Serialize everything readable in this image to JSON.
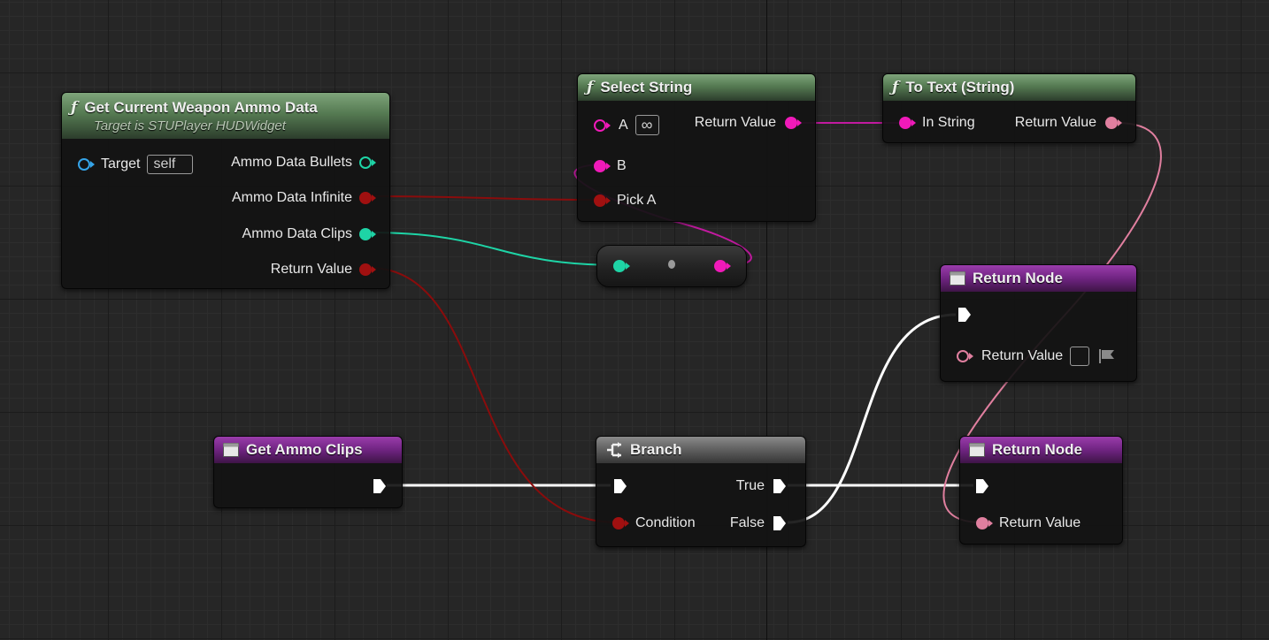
{
  "nodes": {
    "get_ammo_data": {
      "title": "Get Current Weapon Ammo Data",
      "subtitle": "Target is STUPlayer HUDWidget",
      "target_label": "Target",
      "target_value": "self",
      "out_bullets": "Ammo Data Bullets",
      "out_infinite": "Ammo Data Infinite",
      "out_clips": "Ammo Data Clips",
      "out_return": "Return Value"
    },
    "select_string": {
      "title": "Select String",
      "pin_a": "A",
      "pin_a_value": "∞",
      "pin_b": "B",
      "pin_pick": "Pick A",
      "out_return": "Return Value"
    },
    "to_text": {
      "title": "To Text (String)",
      "in_string": "In String",
      "out_return": "Return Value"
    },
    "return_node_1": {
      "title": "Return Node",
      "return_value": "Return Value"
    },
    "get_ammo_clips": {
      "title": "Get Ammo Clips"
    },
    "branch": {
      "title": "Branch",
      "condition": "Condition",
      "true_label": "True",
      "false_label": "False"
    },
    "return_node_2": {
      "title": "Return Node",
      "return_value": "Return Value"
    }
  },
  "colors": {
    "exec": "#ffffff",
    "object": "#35a4e8",
    "struct": "#1ed4a6",
    "bool": "#a01010",
    "string": "#f01ab9",
    "text": "#e07f9f"
  }
}
